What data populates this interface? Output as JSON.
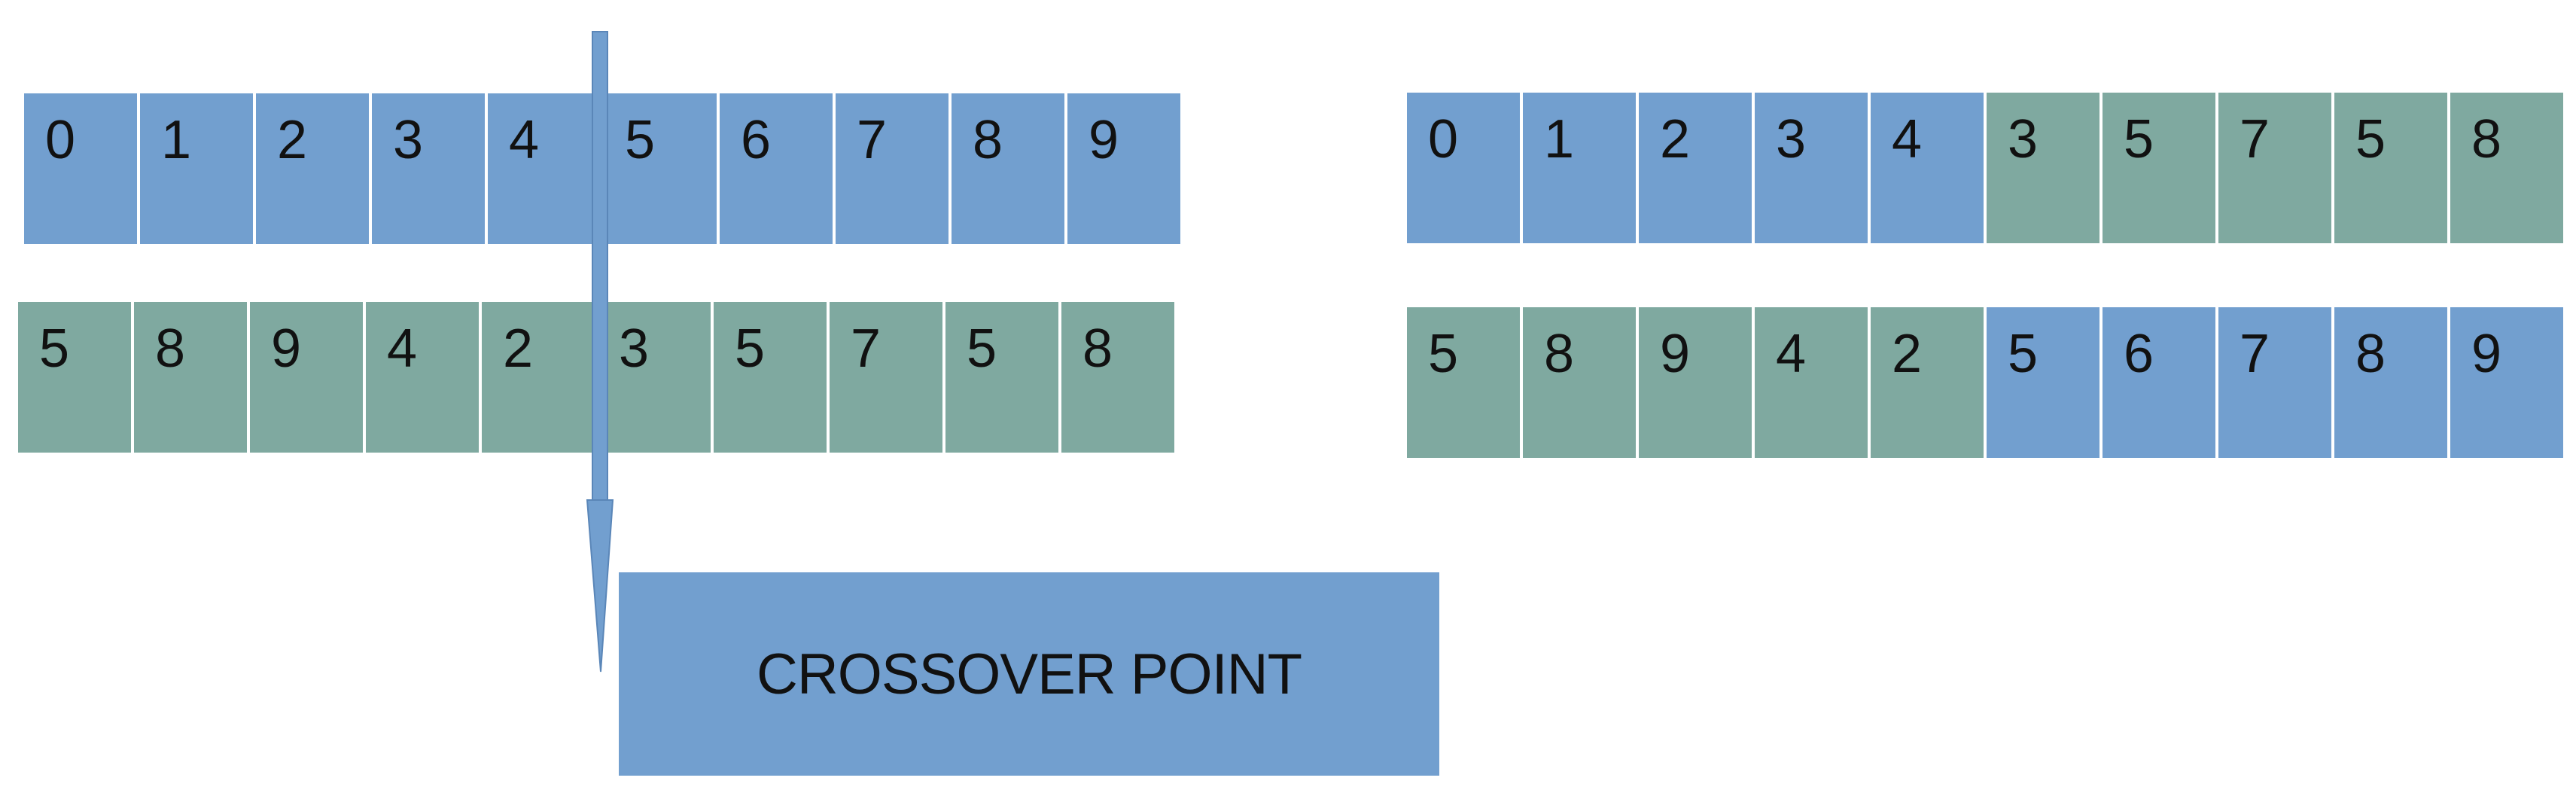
{
  "parent_1": {
    "genes": [
      {
        "value": "0",
        "color": "blue"
      },
      {
        "value": "1",
        "color": "blue"
      },
      {
        "value": "2",
        "color": "blue"
      },
      {
        "value": "3",
        "color": "blue"
      },
      {
        "value": "4",
        "color": "blue"
      },
      {
        "value": "5",
        "color": "blue"
      },
      {
        "value": "6",
        "color": "blue"
      },
      {
        "value": "7",
        "color": "blue"
      },
      {
        "value": "8",
        "color": "blue"
      },
      {
        "value": "9",
        "color": "blue"
      }
    ]
  },
  "parent_2": {
    "genes": [
      {
        "value": "5",
        "color": "green"
      },
      {
        "value": "8",
        "color": "green"
      },
      {
        "value": "9",
        "color": "green"
      },
      {
        "value": "4",
        "color": "green"
      },
      {
        "value": "2",
        "color": "green"
      },
      {
        "value": "3",
        "color": "green"
      },
      {
        "value": "5",
        "color": "green"
      },
      {
        "value": "7",
        "color": "green"
      },
      {
        "value": "5",
        "color": "green"
      },
      {
        "value": "8",
        "color": "green"
      }
    ]
  },
  "child_1": {
    "genes": [
      {
        "value": "0",
        "color": "blue"
      },
      {
        "value": "1",
        "color": "blue"
      },
      {
        "value": "2",
        "color": "blue"
      },
      {
        "value": "3",
        "color": "blue"
      },
      {
        "value": "4",
        "color": "blue"
      },
      {
        "value": "3",
        "color": "green"
      },
      {
        "value": "5",
        "color": "green"
      },
      {
        "value": "7",
        "color": "green"
      },
      {
        "value": "5",
        "color": "green"
      },
      {
        "value": "8",
        "color": "green"
      }
    ]
  },
  "child_2": {
    "genes": [
      {
        "value": "5",
        "color": "green"
      },
      {
        "value": "8",
        "color": "green"
      },
      {
        "value": "9",
        "color": "green"
      },
      {
        "value": "4",
        "color": "green"
      },
      {
        "value": "2",
        "color": "green"
      },
      {
        "value": "5",
        "color": "blue"
      },
      {
        "value": "6",
        "color": "blue"
      },
      {
        "value": "7",
        "color": "blue"
      },
      {
        "value": "8",
        "color": "blue"
      },
      {
        "value": "9",
        "color": "blue"
      }
    ]
  },
  "crossover": {
    "label": "CROSSOVER POINT"
  },
  "colors": {
    "blue": "#729fcf",
    "green": "#7fa9a0",
    "arrow": "#729fcf",
    "arrow_edge": "#5a86b8"
  }
}
